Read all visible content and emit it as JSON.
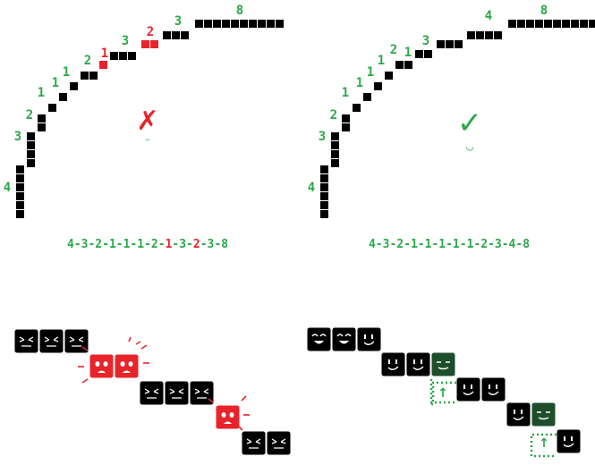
{
  "colors": {
    "pixel": "#000000",
    "error": "#e8242a",
    "good": "#2aa84a",
    "dark_green": "#1e4d2b",
    "background": "#ffffff"
  },
  "left_panel": {
    "marker_symbol": "✗",
    "marker_icon": "cross-icon",
    "face_symbol": "¨",
    "step_labels": [
      "4",
      "3",
      "2",
      "1",
      "1",
      "1",
      "2",
      "1",
      "3",
      "2",
      "3",
      "8"
    ],
    "sequence": [
      {
        "text": "4",
        "color": "good"
      },
      {
        "text": "-",
        "color": "good"
      },
      {
        "text": "3",
        "color": "good"
      },
      {
        "text": "-",
        "color": "good"
      },
      {
        "text": "2",
        "color": "good"
      },
      {
        "text": "-",
        "color": "good"
      },
      {
        "text": "1",
        "color": "good"
      },
      {
        "text": "-",
        "color": "good"
      },
      {
        "text": "1",
        "color": "good"
      },
      {
        "text": "-",
        "color": "good"
      },
      {
        "text": "1",
        "color": "good"
      },
      {
        "text": "-",
        "color": "good"
      },
      {
        "text": "2",
        "color": "good"
      },
      {
        "text": "-",
        "color": "good"
      },
      {
        "text": "1",
        "color": "error"
      },
      {
        "text": "-",
        "color": "good"
      },
      {
        "text": "3",
        "color": "good"
      },
      {
        "text": "-",
        "color": "good"
      },
      {
        "text": "2",
        "color": "error"
      },
      {
        "text": "-",
        "color": "good"
      },
      {
        "text": "3",
        "color": "good"
      },
      {
        "text": "-",
        "color": "good"
      },
      {
        "text": "8",
        "color": "good"
      }
    ]
  },
  "right_panel": {
    "marker_symbol": "✓",
    "marker_icon": "check-icon",
    "face_symbol": "◡",
    "step_labels": [
      "4",
      "3",
      "2",
      "1",
      "1",
      "1",
      "2",
      "3",
      "4",
      "8"
    ],
    "sequence": [
      {
        "text": "4",
        "color": "good"
      },
      {
        "text": "-",
        "color": "good"
      },
      {
        "text": "3",
        "color": "good"
      },
      {
        "text": "-",
        "color": "good"
      },
      {
        "text": "2",
        "color": "good"
      },
      {
        "text": "-",
        "color": "good"
      },
      {
        "text": "1",
        "color": "good"
      },
      {
        "text": "-",
        "color": "good"
      },
      {
        "text": "1",
        "color": "good"
      },
      {
        "text": "-",
        "color": "good"
      },
      {
        "text": "1",
        "color": "good"
      },
      {
        "text": "-",
        "color": "good"
      },
      {
        "text": "1",
        "color": "good"
      },
      {
        "text": "-",
        "color": "good"
      },
      {
        "text": "1",
        "color": "good"
      },
      {
        "text": "-",
        "color": "good"
      },
      {
        "text": "2",
        "color": "good"
      },
      {
        "text": "-",
        "color": "good"
      },
      {
        "text": "3",
        "color": "good"
      },
      {
        "text": "-",
        "color": "good"
      },
      {
        "text": "4",
        "color": "good"
      },
      {
        "text": "-",
        "color": "good"
      },
      {
        "text": "8",
        "color": "good"
      }
    ]
  },
  "bottom_left": {
    "blocks": [
      {
        "state": "frown"
      },
      {
        "state": "frown"
      },
      {
        "state": "frown"
      },
      {
        "state": "shock"
      },
      {
        "state": "shock"
      },
      {
        "state": "frown"
      },
      {
        "state": "frown"
      },
      {
        "state": "frown"
      },
      {
        "state": "shock"
      },
      {
        "state": "frown"
      },
      {
        "state": "frown"
      }
    ]
  },
  "bottom_right": {
    "arrow_symbol": "↑",
    "blocks": [
      {
        "state": "happy"
      },
      {
        "state": "happy"
      },
      {
        "state": "smile"
      },
      {
        "state": "smile"
      },
      {
        "state": "smile"
      },
      {
        "state": "calm"
      },
      {
        "state": "smile"
      },
      {
        "state": "smile"
      },
      {
        "state": "smile"
      },
      {
        "state": "calm"
      },
      {
        "state": "smile"
      }
    ]
  }
}
